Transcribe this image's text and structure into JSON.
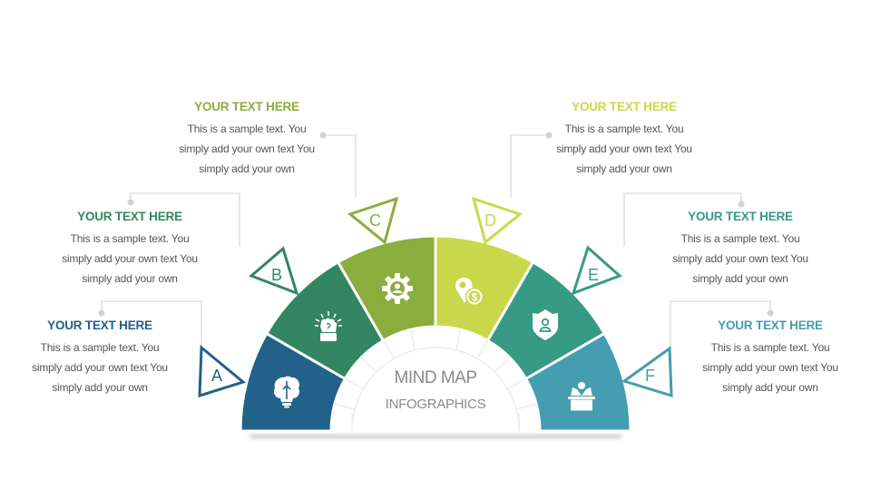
{
  "center": {
    "title_line1": "MIND MAP",
    "title_line2": "INFOGRAPHICS"
  },
  "colors": {
    "A": "#22618a",
    "B": "#338661",
    "C": "#8aad3e",
    "D": "#c9d84a",
    "E": "#379a84",
    "F": "#449db0",
    "connector": "#d9d9d9",
    "body_text": "#555555",
    "hub_text": "#8a8a8a"
  },
  "segments": [
    {
      "letter": "A",
      "icon": "brain-bulb-icon",
      "heading": "YOUR TEXT HERE",
      "line1": "This is a sample text.  You",
      "line2": "simply add your own text  You",
      "line3": "simply add your own"
    },
    {
      "letter": "B",
      "icon": "raised-fist-icon",
      "heading": "YOUR TEXT HERE",
      "line1": "This is a sample text.  You",
      "line2": "simply add your own text  You",
      "line3": "simply add your own"
    },
    {
      "letter": "C",
      "icon": "gear-user-icon",
      "heading": "YOUR TEXT HERE",
      "line1": "This is a sample text.  You",
      "line2": "simply add your own text  You",
      "line3": "simply add your own"
    },
    {
      "letter": "D",
      "icon": "location-dollar-icon",
      "heading": "YOUR TEXT HERE",
      "line1": "This is a sample text.  You",
      "line2": "simply add your own text  You",
      "line3": "simply add your own"
    },
    {
      "letter": "E",
      "icon": "shield-user-icon",
      "heading": "YOUR TEXT HERE",
      "line1": "This is a sample text.  You",
      "line2": "simply add your own text  You",
      "line3": "simply add your own"
    },
    {
      "letter": "F",
      "icon": "speaker-podium-icon",
      "heading": "YOUR TEXT HERE",
      "line1": "This is a sample text.  You",
      "line2": "simply add your own text  You",
      "line3": "simply add your own"
    }
  ]
}
